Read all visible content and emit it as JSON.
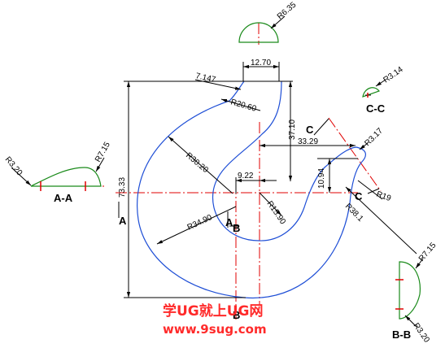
{
  "dimensions": {
    "r6_35": "R6.35",
    "d12_70": "12.70",
    "d7_147": "7.147",
    "r20_60": "R20.60",
    "d37_10": "37.10",
    "r3_14": "R3.14",
    "d73_33": "73.33",
    "r30_20": "R30.20",
    "d9_22": "9.22",
    "d33_29": "33.29",
    "r3_17": "R3.17",
    "d10_94": "10.94",
    "r19": "R19",
    "r34_90": "R34.90",
    "r15_90": "R15.90",
    "r38_1": "R38.1",
    "r7_15_right": "R7.15",
    "r3_20_right": "R3.20",
    "r3_20_left": "R3.20",
    "r7_15_left": "R7.15"
  },
  "sections": {
    "a_a": "A-A",
    "b_b": "B-B",
    "c_c": "C-C",
    "marker_a": "A",
    "marker_b": "B",
    "marker_c": "C"
  },
  "watermark": {
    "line1": "学UG就上UG网",
    "line2": "www.9sug.com"
  },
  "colors": {
    "profile": "#1f4fd6",
    "section": "#1a8a1a",
    "centerline": "#e00000",
    "watermark": "#ff2a2a"
  }
}
